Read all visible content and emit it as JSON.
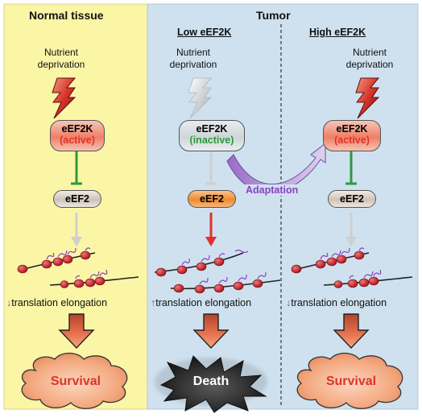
{
  "headers": {
    "normal": "Normal tissue",
    "tumor": "Tumor",
    "low": "Low eEF2K",
    "high": "High eEF2K"
  },
  "panels": {
    "normal": {
      "stimulus": [
        "Nutrient",
        "deprivation"
      ],
      "kinase": "eEF2K",
      "kinase_state": "(active)",
      "target": "eEF2",
      "translation_arrow": "↓",
      "translation_text": "translation elongation",
      "outcome": "Survival"
    },
    "low": {
      "stimulus": [
        "Nutrient",
        "deprivation"
      ],
      "kinase": "eEF2K",
      "kinase_state": "(inactive)",
      "target": "eEF2",
      "translation_arrow": "↑",
      "translation_text": "translation elongation",
      "outcome": "Death"
    },
    "high": {
      "stimulus": [
        "Nutrient",
        "deprivation"
      ],
      "kinase": "eEF2K",
      "kinase_state": "(active)",
      "target": "eEF2",
      "translation_arrow": "↓",
      "translation_text": "translation elongation",
      "outcome": "Survival"
    }
  },
  "adaptation_label": "Adaptation",
  "colors": {
    "normal_bg": "#fbf5a6",
    "tumor_bg": "#cfe1ef",
    "active_red": "#e0322a",
    "inactive_green": "#2c9a3c",
    "purple": "#8a3fc0",
    "inhibit_green": "#2c9a3c",
    "gray_arrow": "#cfcfcf",
    "red_arrow": "#e0322a",
    "survival_cloud": "#f3a87f",
    "death_burst": "#333333"
  },
  "icons": [
    "lightning-bolt-icon",
    "inhibition-bar-icon",
    "ribosome-polysome-icon",
    "cloud-icon",
    "burst-icon",
    "curved-arrow-icon"
  ]
}
